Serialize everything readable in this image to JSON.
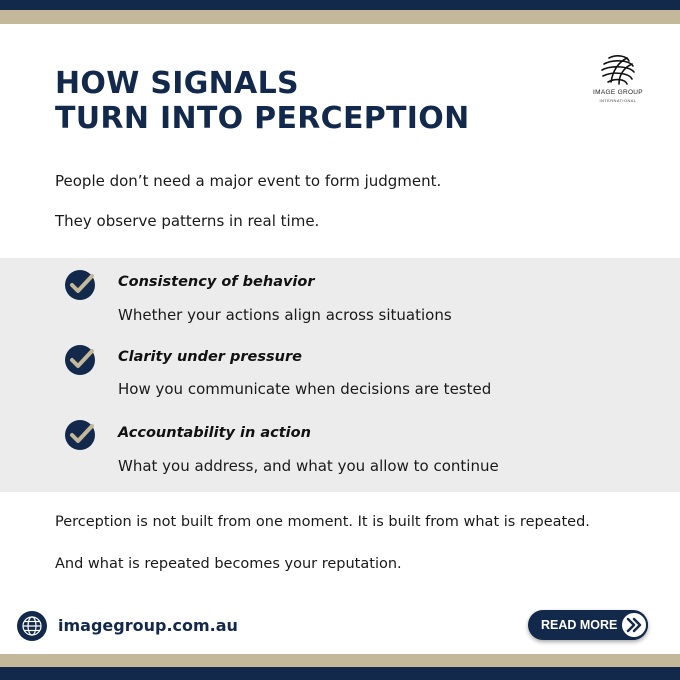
{
  "brand": {
    "logo_name": "IMAGE GROUP",
    "logo_sub": "INTERNATIONAL",
    "navy": "#13294b",
    "gold": "#c3b89a",
    "panel_grey": "#ececec"
  },
  "title": {
    "line1": "HOW SIGNALS",
    "line2": "TURN INTO PERCEPTION"
  },
  "intro": {
    "line1": "People don’t need a major event to form judgment.",
    "line2": "They observe patterns in real time."
  },
  "signals": [
    {
      "title": "Consistency of behavior",
      "description": "Whether your actions align across situations",
      "icon": "checkmark-icon"
    },
    {
      "title": "Clarity under pressure",
      "description": "How you communicate when decisions are tested",
      "icon": "checkmark-icon"
    },
    {
      "title": "Accountability in action",
      "description": "What you address, and what you allow to continue",
      "icon": "checkmark-icon"
    }
  ],
  "outro": {
    "line1": "Perception is not built from one moment. It is built from what is repeated.",
    "line2": "And what is repeated becomes your reputation."
  },
  "footer": {
    "website": "imagegroup.com.au",
    "globe_icon": "globe-icon",
    "read_more_label": "READ MORE",
    "arrow_icon": "double-chevron-right-icon"
  }
}
